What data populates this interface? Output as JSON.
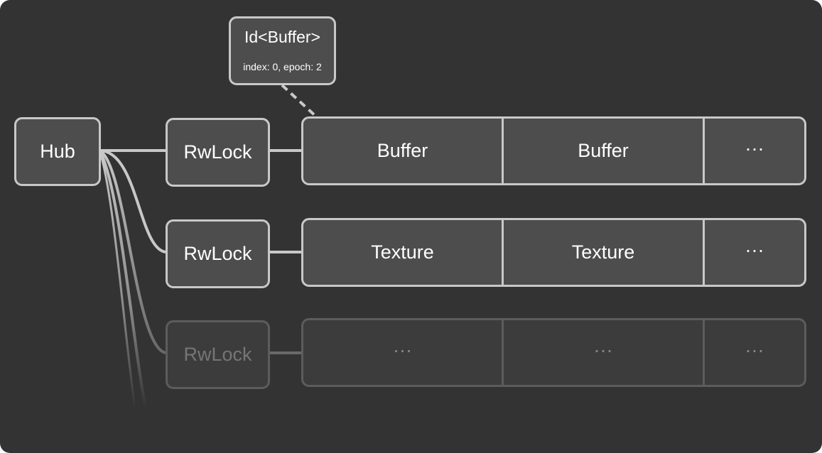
{
  "colors": {
    "background": "#333333",
    "node_fill": "#4d4d4d",
    "node_border": "#c8c8c8",
    "faded_border": "#5c5c5c",
    "text": "#ffffff",
    "faded_text": "#767676"
  },
  "hub": {
    "label": "Hub"
  },
  "id_tooltip": {
    "title": "Id<Buffer>",
    "subtitle": "index: 0, epoch: 2"
  },
  "registries": [
    {
      "lock_label": "RwLock",
      "cells": [
        "Buffer",
        "Buffer",
        "···"
      ],
      "faded": false
    },
    {
      "lock_label": "RwLock",
      "cells": [
        "Texture",
        "Texture",
        "···"
      ],
      "faded": false
    },
    {
      "lock_label": "RwLock",
      "cells": [
        "···",
        "···",
        "···"
      ],
      "faded": true
    }
  ]
}
